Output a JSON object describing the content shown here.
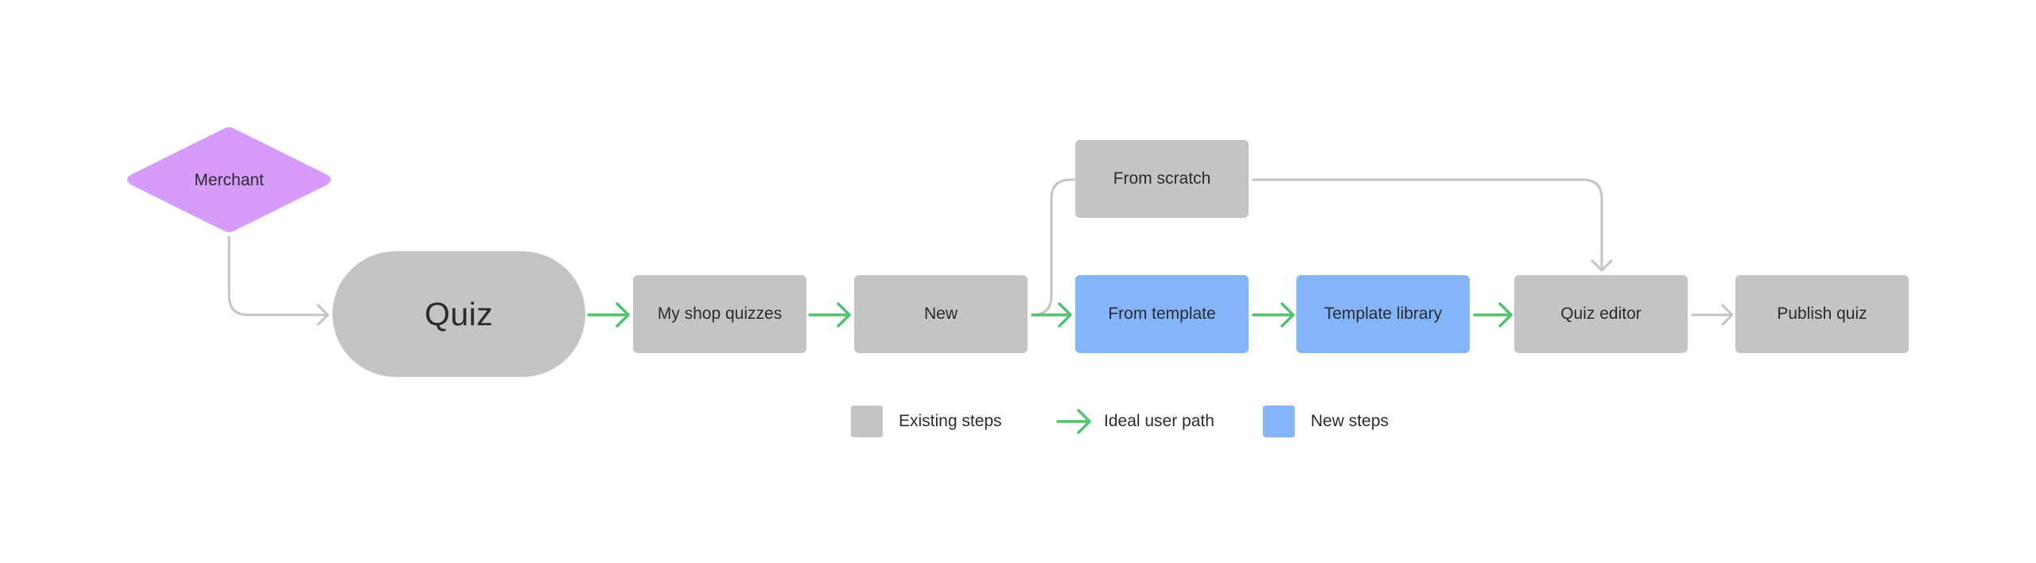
{
  "colors": {
    "existing": "#c4c4c4",
    "new": "#84b5fb",
    "actor": "#d79bfb",
    "ideal_path": "#4ec46d",
    "connector": "#c4c4c4",
    "text": "#2b2b2b"
  },
  "nodes": {
    "merchant": "Merchant",
    "quiz": "Quiz",
    "my_shop_quizzes": "My shop quizzes",
    "new": "New",
    "from_scratch": "From scratch",
    "from_template": "From template",
    "template_library": "Template library",
    "quiz_editor": "Quiz editor",
    "publish_quiz": "Publish quiz"
  },
  "edges": [
    {
      "from": "merchant",
      "to": "quiz",
      "style": "connector"
    },
    {
      "from": "quiz",
      "to": "my_shop_quizzes",
      "style": "ideal_path"
    },
    {
      "from": "my_shop_quizzes",
      "to": "new",
      "style": "ideal_path"
    },
    {
      "from": "new",
      "to": "from_scratch",
      "style": "connector"
    },
    {
      "from": "new",
      "to": "from_template",
      "style": "ideal_path"
    },
    {
      "from": "from_scratch",
      "to": "quiz_editor",
      "style": "connector"
    },
    {
      "from": "from_template",
      "to": "template_library",
      "style": "ideal_path"
    },
    {
      "from": "template_library",
      "to": "quiz_editor",
      "style": "ideal_path"
    },
    {
      "from": "quiz_editor",
      "to": "publish_quiz",
      "style": "connector"
    }
  ],
  "legend": {
    "existing_steps": "Existing steps",
    "ideal_user_path": "Ideal user path",
    "new_steps": "New steps"
  }
}
